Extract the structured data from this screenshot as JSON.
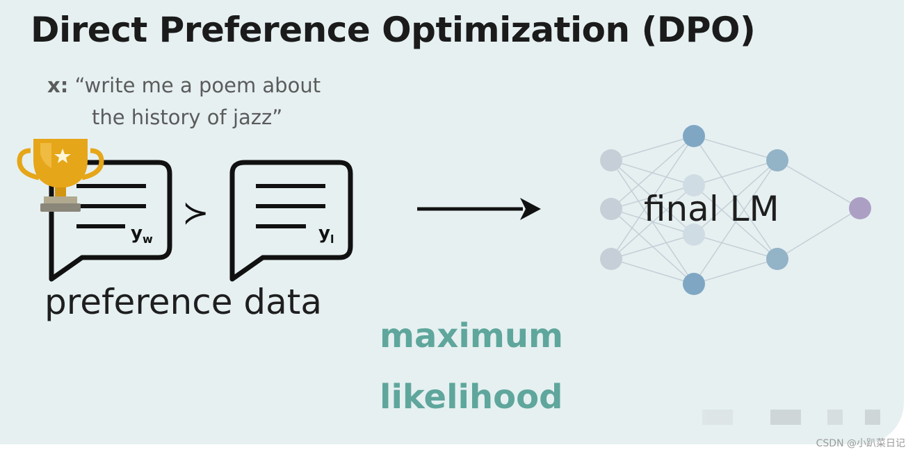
{
  "title": "Direct Preference Optimization (DPO)",
  "prompt": {
    "label": "x:",
    "line1": "“write me a poem about",
    "line2": "the history of jazz”"
  },
  "preference": {
    "winner_label": "yw",
    "loser_label": "yl",
    "comparison_symbol": "≻",
    "caption": "preference data"
  },
  "process": {
    "line1": "maximum",
    "line2": "likelihood"
  },
  "model": {
    "caption": "final LM"
  },
  "icons": [
    "trophy-icon",
    "chat-bubble-icon",
    "arrow-right-icon",
    "neural-network-icon"
  ],
  "colors": {
    "background": "#e6f0f1",
    "accent_teal": "#5fa69c",
    "node_blue": "#7aa4c2",
    "node_gray": "#c5cdd6",
    "node_purple": "#a99bc2",
    "trophy_gold": "#e6a619"
  },
  "watermark": "CSDN @小趴菜日记"
}
